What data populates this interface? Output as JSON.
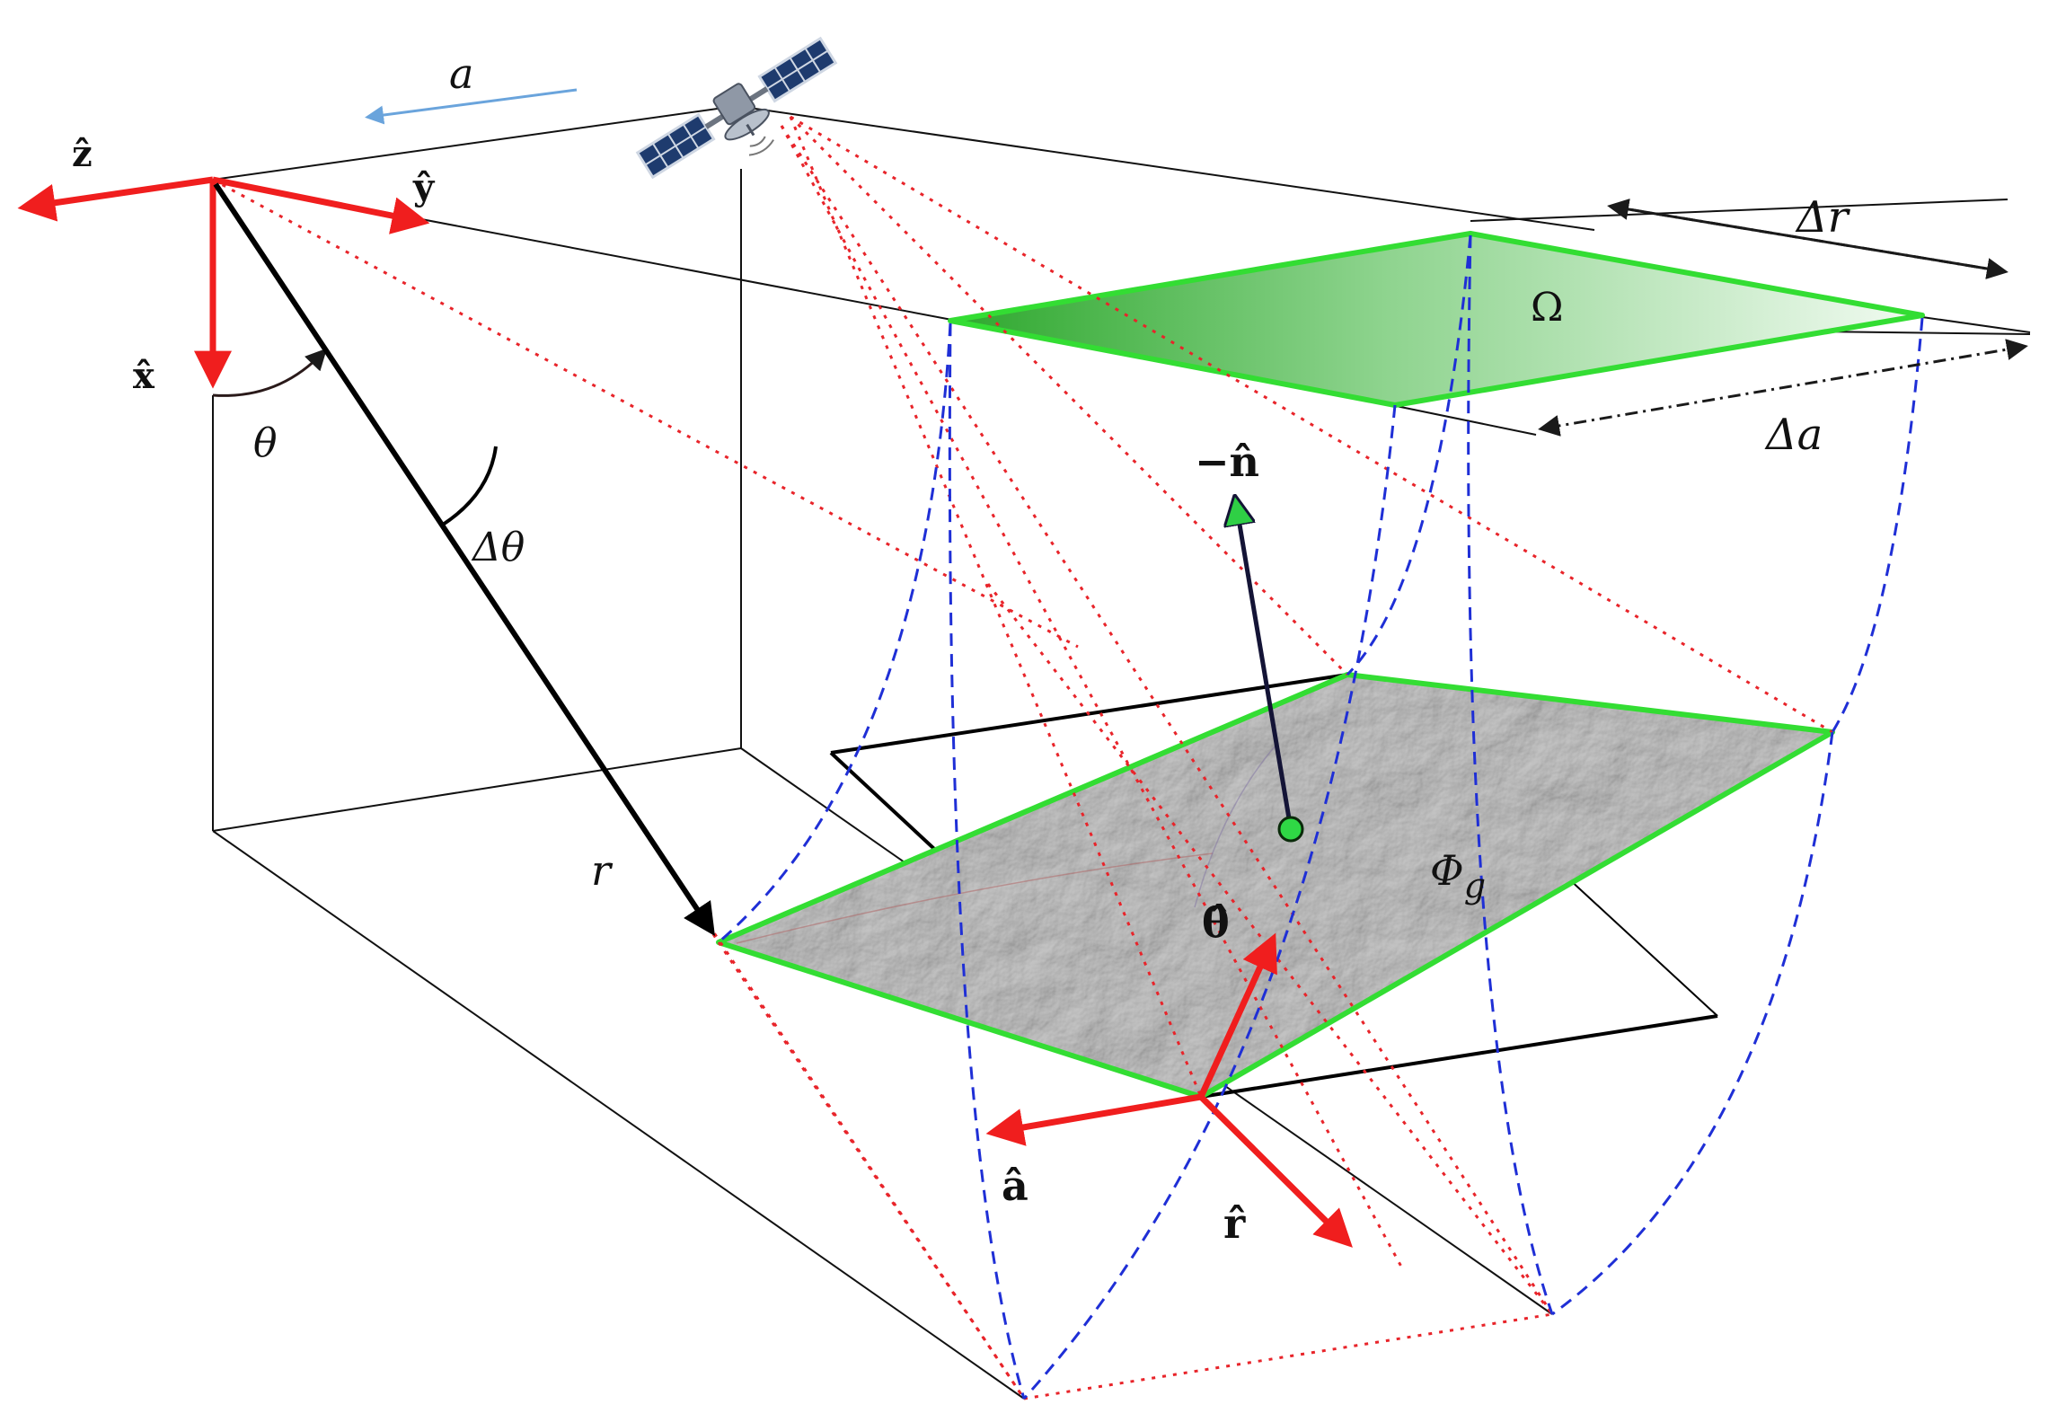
{
  "labels": {
    "azimuth_motion": "a",
    "axis_z": "ẑ",
    "axis_y": "ŷ",
    "axis_x": "x̂",
    "theta": "θ",
    "delta_theta": "Δθ",
    "range": "r",
    "delta_r": "Δr",
    "delta_a": "Δa",
    "omega": "Ω",
    "neg_n_hat": "−n̂",
    "phi_g_base": "Φ",
    "phi_g_sub": "g",
    "theta_hat": "θ̂",
    "a_hat": "â",
    "r_hat": "r̂"
  },
  "colors": {
    "axis_red": "#f01e1e",
    "beam_red": "#e8242a",
    "blue_dashed": "#1f2fd6",
    "green_edge": "#33dd33",
    "green_fill_dark": "#2ea82e",
    "green_fill_light": "#eaf8ea",
    "motion_blue": "#6aa4dc",
    "normal_navy": "#141436",
    "normal_head": "#2fcf45",
    "terrain_gray": "#8e8e8e"
  }
}
